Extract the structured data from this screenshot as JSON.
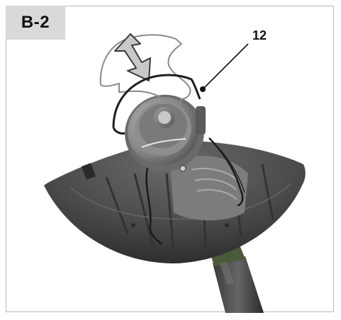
{
  "figure": {
    "step_label": "B-2",
    "callout_number": "12"
  },
  "illustration": {
    "subject": "line-spool-retainer-clip",
    "arrow_icon": "double-arrow-icon"
  }
}
